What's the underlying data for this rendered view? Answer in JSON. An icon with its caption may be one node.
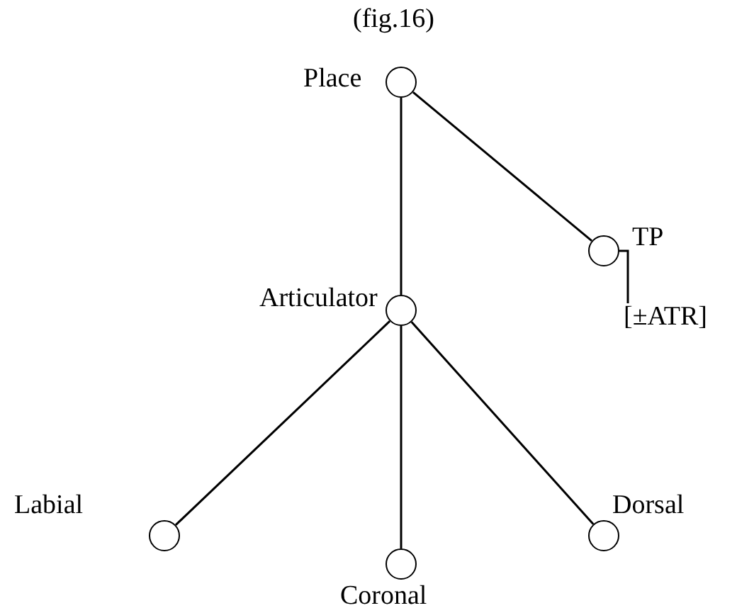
{
  "diagram": {
    "nodes": [
      {
        "text": [],
        "shape": "circle",
        "beside": [
          "Place"
        ]
      },
      {
        "text": [],
        "shape": "circle",
        "beside": [
          "TP"
        ]
      },
      {
        "text": [
          "[±ATR]"
        ]
      },
      {
        "text": [],
        "shape": "circle",
        "beside": [
          "Articulator"
        ]
      },
      {
        "text": [],
        "shape": "circle",
        "beside": [
          "Labial"
        ]
      },
      {
        "text": [],
        "shape": "circle",
        "beside": [
          "Coronal"
        ]
      },
      {
        "text": [],
        "shape": "circle",
        "beside": [
          "Dorsal"
        ]
      }
    ],
    "edges": [
      {
        "from": 0,
        "to": 3,
        "arrow": "none"
      },
      {
        "from": 0,
        "to": 1,
        "arrow": "none"
      },
      {
        "from": 1,
        "to": 2,
        "arrow": "none"
      },
      {
        "from": 3,
        "to": 4,
        "arrow": "none"
      },
      {
        "from": 3,
        "to": 5,
        "arrow": "none"
      },
      {
        "from": 3,
        "to": 6,
        "arrow": "none"
      }
    ],
    "labels": [
      "(fig.16)"
    ]
  }
}
